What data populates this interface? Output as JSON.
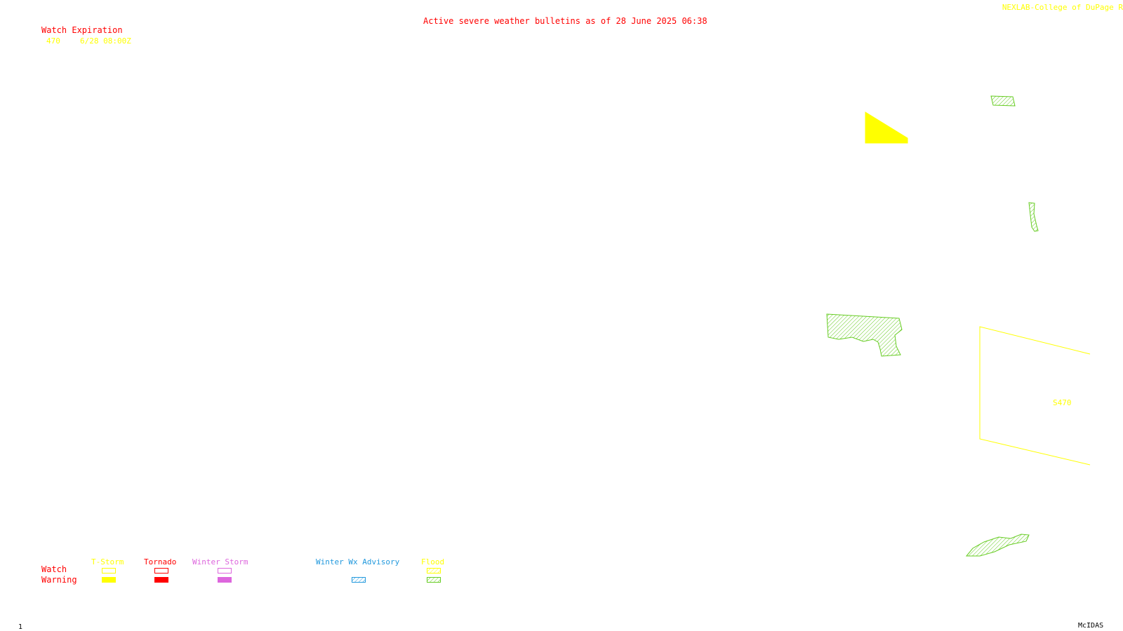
{
  "header": {
    "title": "Active severe weather bulletins as of 28 June 2025 06:38",
    "credit": "NEXLAB-College of DuPage R"
  },
  "watch_expiration": {
    "heading": "Watch Expiration",
    "entries": [
      {
        "number": "470",
        "expires": "6/28 08:00Z"
      }
    ]
  },
  "map": {
    "watch_label": "S470"
  },
  "legend": {
    "row_labels": {
      "watch": "Watch",
      "warning": "Warning"
    },
    "columns": [
      {
        "key": "tstorm",
        "label": "T-Storm",
        "color": "#ffff00",
        "watch": "outline",
        "warning": "solid"
      },
      {
        "key": "tornado",
        "label": "Tornado",
        "color": "#ff0000",
        "watch": "outline",
        "warning": "solid"
      },
      {
        "key": "winter_storm",
        "label": "Winter Storm",
        "color": "#dd66dd",
        "watch": "outline",
        "warning": "solid"
      },
      {
        "key": "winter_wx_advisory",
        "label": "Winter Wx Advisory",
        "color": "#2299dd",
        "warning": "hatched"
      },
      {
        "key": "flood",
        "label": "Flood",
        "color": "#ffff00",
        "watch_color": "#ffff00",
        "warning_color": "#66cc22",
        "watch": "hatched",
        "warning": "hatched"
      }
    ]
  },
  "footer": {
    "frame_number": "1",
    "software": "McIDAS"
  },
  "colors": {
    "title": "#ff0000",
    "credit": "#ffff00",
    "tstorm_warning": "#ffff00",
    "flood_warning": "#66cc22",
    "watch_box": "#ffff00",
    "background": "#ffffff"
  }
}
